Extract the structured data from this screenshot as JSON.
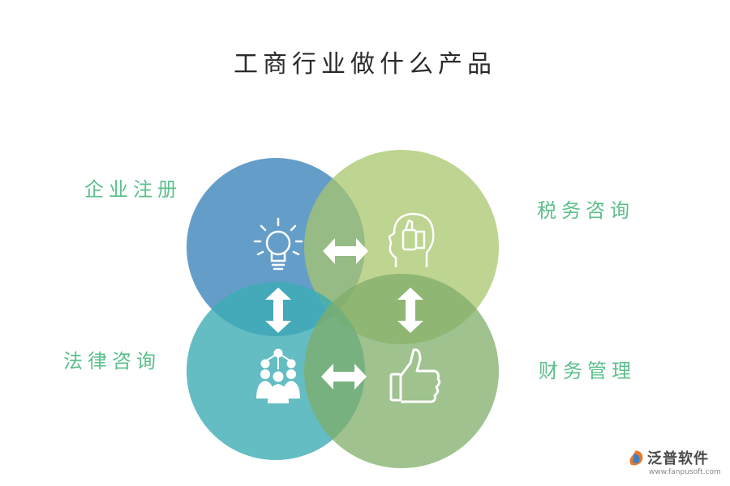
{
  "title": "工商行业做什么产品",
  "quadrants": {
    "top_left": {
      "label": "企业注册",
      "color": "#4a8cbf",
      "icon": "lightbulb-icon"
    },
    "top_right": {
      "label": "税务咨询",
      "color": "#a8c66c",
      "icon": "head-thumbs-up-icon"
    },
    "bottom_left": {
      "label": "法律咨询",
      "color": "#3cacb4",
      "icon": "team-network-icon"
    },
    "bottom_right": {
      "label": "财务管理",
      "color": "#7fad6a",
      "icon": "thumbs-up-icon"
    }
  },
  "label_color": "#5cbf8c",
  "arrows": [
    "left-right-arrow-icon",
    "up-down-arrow-icon",
    "up-down-arrow-icon",
    "left-right-arrow-icon"
  ],
  "logo": {
    "brand": "泛普软件",
    "url": "www.fanpusoft.com"
  }
}
